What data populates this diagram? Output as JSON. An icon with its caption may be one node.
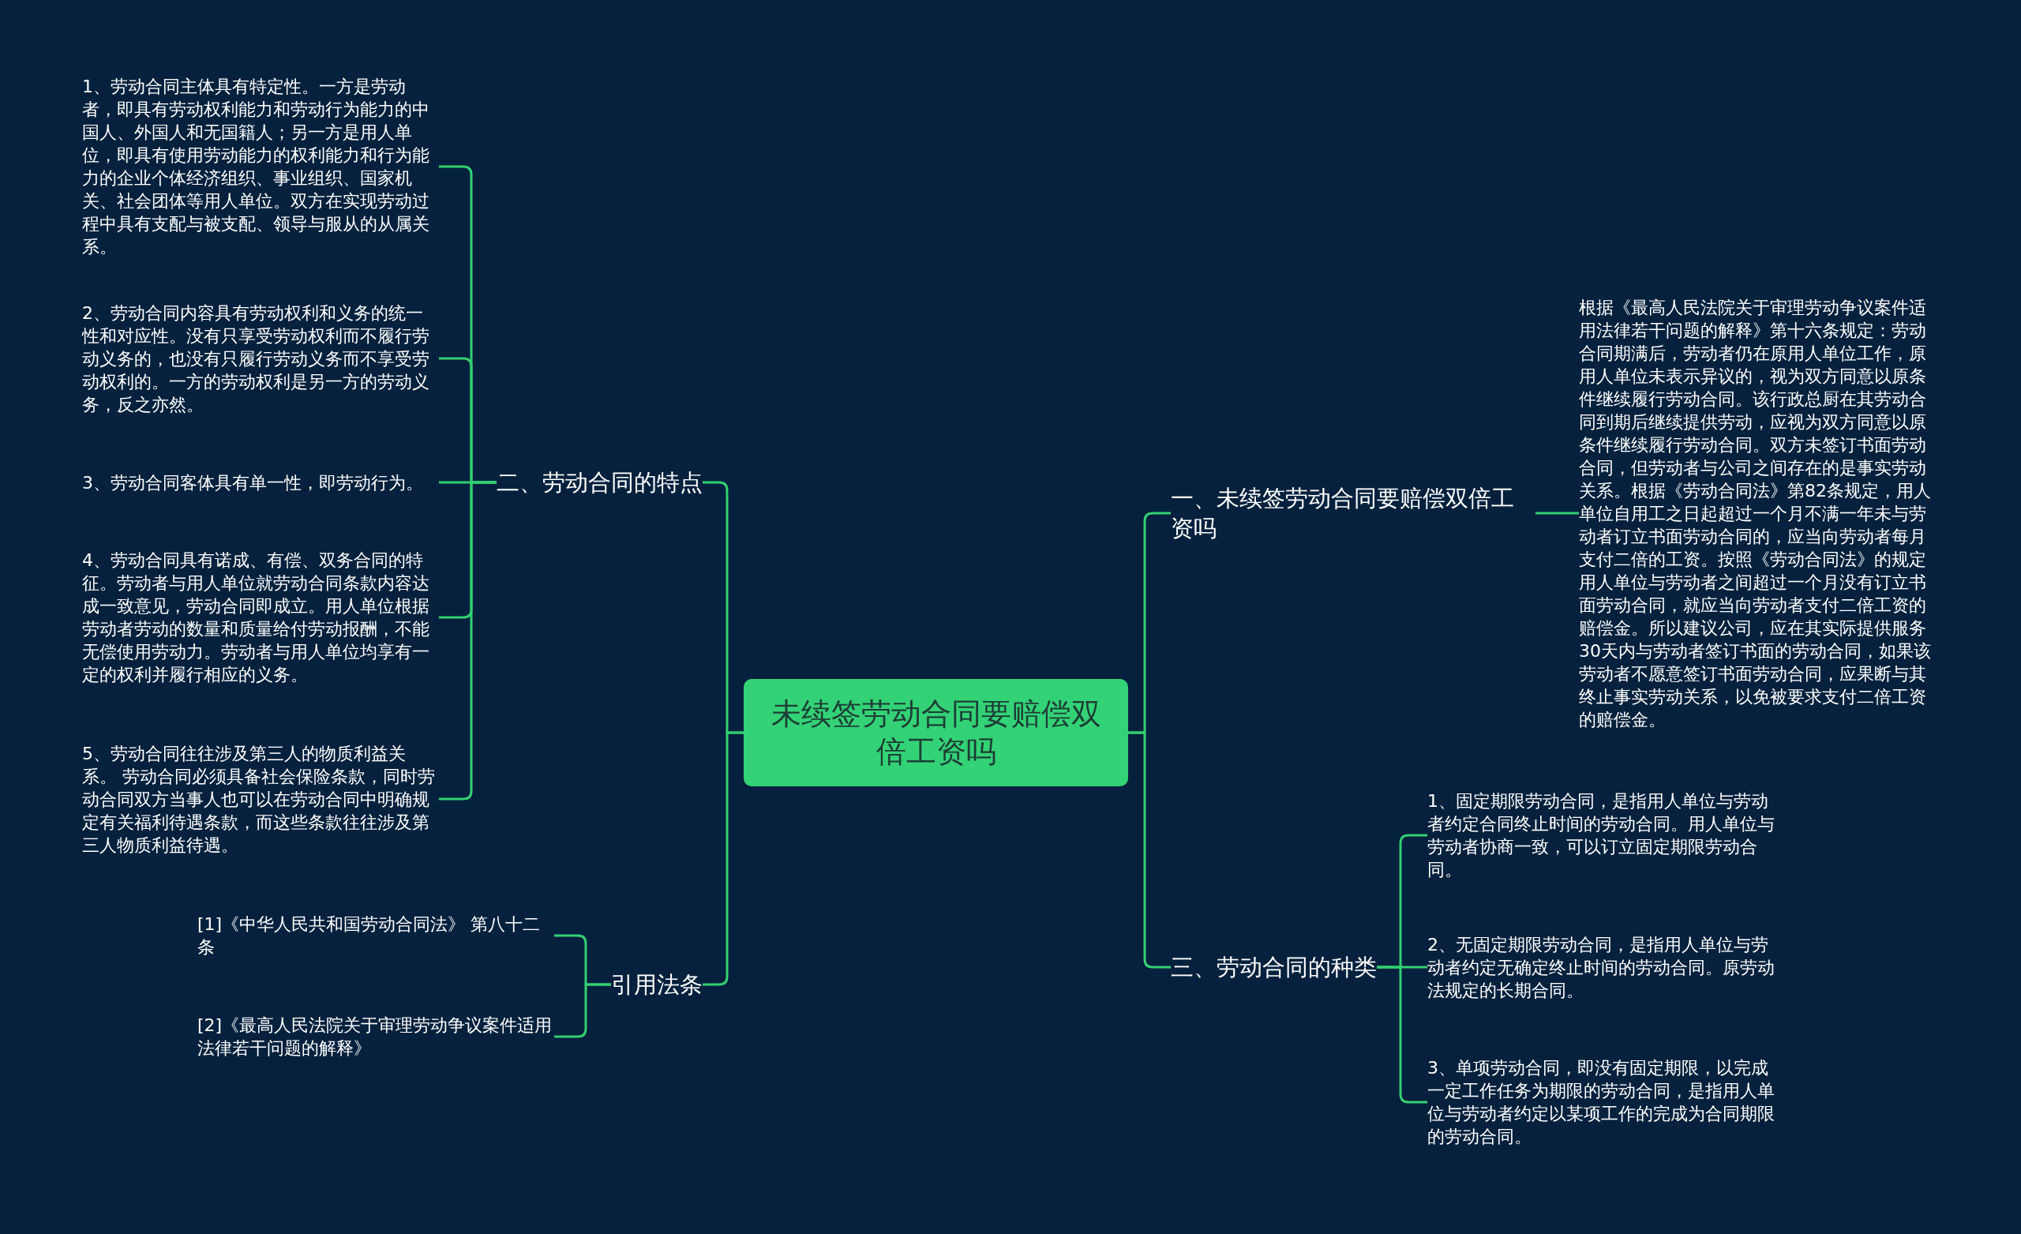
{
  "diagram": {
    "nodes": [
      {
        "text": [
          "未续签劳动合同要赔偿双倍工资吗"
        ]
      },
      {
        "text": [
          "二、劳动合同的特点"
        ]
      },
      {
        "text": [
          "1、劳动合同主体具有特定性。一方是劳动者，即具有劳动权利能力和劳动行为能力的中国人、外国人和无国籍人；另一方是用人单位，即具有使用劳动能力的权利能力和行为能力的企业个体经济组织、事业组织、国家机关、社会团体等用人单位。双方在实现劳动过程中具有支配与被支配、领导与服从的从属关系。"
        ]
      },
      {
        "text": [
          "2、劳动合同内容具有劳动权利和义务的统一性和对应性。没有只享受劳动权利而不履行劳动义务的，也没有只履行劳动义务而不享受劳动权利的。一方的劳动权利是另一方的劳动义务，反之亦然。"
        ]
      },
      {
        "text": [
          "3、劳动合同客体具有单一性，即劳动行为。"
        ]
      },
      {
        "text": [
          "4、劳动合同具有诺成、有偿、双务合同的特征。劳动者与用人单位就劳动合同条款内容达成一致意见，劳动合同即成立。用人单位根据劳动者劳动的数量和质量给付劳动报酬，不能无偿使用劳动力。劳动者与用人单位均享有一定的权利并履行相应的义务。"
        ]
      },
      {
        "text": [
          "5、劳动合同往往涉及第三人的物质利益关系。 劳动合同必须具备社会保险条款，同时劳动合同双方当事人也可以在劳动合同中明确规定有关福利待遇条款，而这些条款往往涉及第三人物质利益待遇。"
        ]
      },
      {
        "text": [
          "引用法条"
        ]
      },
      {
        "text": [
          "[1]《中华人民共和国劳动合同法》 第八十二条"
        ]
      },
      {
        "text": [
          "[2]《最高人民法院关于审理劳动争议案件适用法律若干问题的解释》"
        ]
      },
      {
        "text": [
          "一、未续签劳动合同要赔偿双倍工资吗"
        ]
      },
      {
        "text": [
          "根据《最高人民法院关于审理劳动争议案件适用法律若干问题的解释》第十六条规定：劳动合同期满后，劳动者仍在原用人单位工作，原用人单位未表示异议的，视为双方同意以原条件继续履行劳动合同。该行政总厨在其劳动合同到期后继续提供劳动，应视为双方同意以原条件继续履行劳动合同。双方未签订书面劳动合同，但劳动者与公司之间存在的是事实劳动关系。根据《劳动合同法》第82条规定，用人单位自用工之日起超过一个月不满一年未与劳动者订立书面劳动合同的，应当向劳动者每月支付二倍的工资。按照《劳动合同法》的规定用人单位与劳动者之间超过一个月没有订立书面劳动合同，就应当向劳动者支付二倍工资的赔偿金。所以建议公司，应在其实际提供服务30天内与劳动者签订书面的劳动合同，如果该劳动者不愿意签订书面劳动合同，应果断与其终止事实劳动关系，以免被要求支付二倍工资的赔偿金。"
        ]
      },
      {
        "text": [
          "三、劳动合同的种类"
        ]
      },
      {
        "text": [
          "1、固定期限劳动合同，是指用人单位与劳动者约定合同终止时间的劳动合同。用人单位与劳动者协商一致，可以订立固定期限劳动合同。"
        ]
      },
      {
        "text": [
          "2、无固定期限劳动合同，是指用人单位与劳动者约定无确定终止时间的劳动合同。原劳动法规定的长期合同。"
        ]
      },
      {
        "text": [
          "3、单项劳动合同，即没有固定期限，以完成一定工作任务为期限的劳动合同，是指用人单位与劳动者约定以某项工作的完成为合同期限的劳动合同。"
        ]
      }
    ],
    "edges": [
      {
        "from": 0,
        "to": 1,
        "arrow": "none"
      },
      {
        "from": 1,
        "to": 2,
        "arrow": "none"
      },
      {
        "from": 1,
        "to": 3,
        "arrow": "none"
      },
      {
        "from": 1,
        "to": 4,
        "arrow": "none"
      },
      {
        "from": 1,
        "to": 5,
        "arrow": "none"
      },
      {
        "from": 1,
        "to": 6,
        "arrow": "none"
      },
      {
        "from": 0,
        "to": 7,
        "arrow": "none"
      },
      {
        "from": 7,
        "to": 8,
        "arrow": "none"
      },
      {
        "from": 7,
        "to": 9,
        "arrow": "none"
      },
      {
        "from": 0,
        "to": 10,
        "arrow": "none"
      },
      {
        "from": 10,
        "to": 11,
        "arrow": "none"
      },
      {
        "from": 0,
        "to": 12,
        "arrow": "none"
      },
      {
        "from": 12,
        "to": 13,
        "arrow": "none"
      },
      {
        "from": 12,
        "to": 14,
        "arrow": "none"
      },
      {
        "from": 12,
        "to": 15,
        "arrow": "none"
      }
    ]
  }
}
